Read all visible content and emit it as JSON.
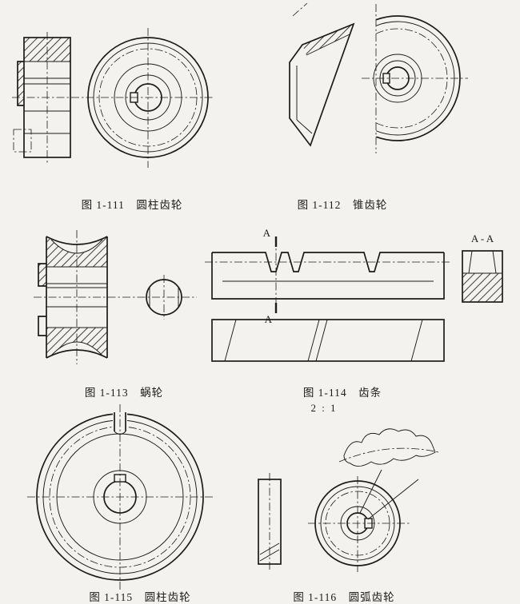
{
  "page": {
    "type": "textbook-figure-plate",
    "background_color": "#f4f2ee",
    "line_color": "#1c1c1c"
  },
  "figures": [
    {
      "number": "图 1-111",
      "name": "圆柱齿轮",
      "caption": "图 1-111　圆柱齿轮"
    },
    {
      "number": "图 1-112",
      "name": "锥齿轮",
      "caption": "图 1-112　锥齿轮"
    },
    {
      "number": "图 1-113",
      "name": "蜗轮",
      "caption": "图 1-113　蜗轮"
    },
    {
      "number": "图 1-114",
      "name": "齿条",
      "caption": "图 1-114　齿条",
      "section_label": "A - A",
      "cut_label_top": "A",
      "cut_label_bottom": "A",
      "scale_note": "2 : 1"
    },
    {
      "number": "图 1-115",
      "name": "圆柱齿轮",
      "caption": "图 1-115　圆柱齿轮"
    },
    {
      "number": "图 1-116",
      "name": "圆弧齿轮",
      "caption": "图 1-116　圆弧齿轮"
    }
  ]
}
